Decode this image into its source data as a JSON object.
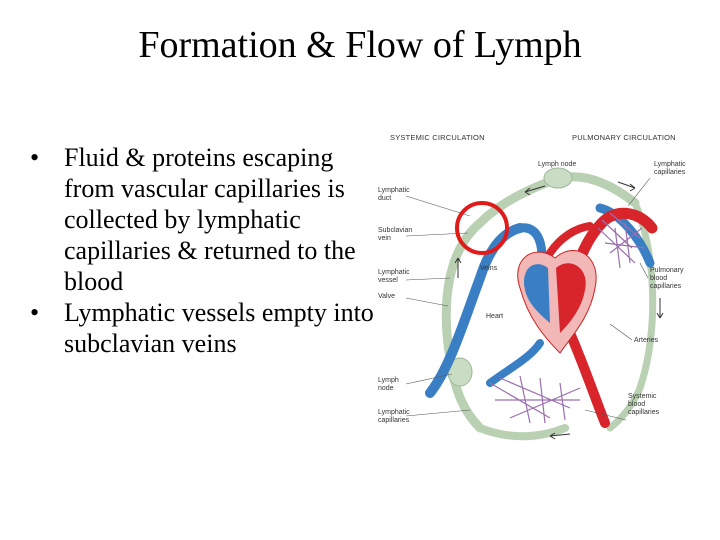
{
  "slide": {
    "title": "Formation & Flow of Lymph",
    "bullets": [
      "Fluid & proteins escaping from vascular capillaries is collected by lymphatic capillaries & returned to the blood",
      "Lymphatic vessels empty into subclavian veins"
    ],
    "bullet_glyph": "•"
  },
  "diagram": {
    "headers": {
      "left": "SYSTEMIC CIRCULATION",
      "right": "PULMONARY CIRCULATION"
    },
    "labels": {
      "lymph_node_top": "Lymph node",
      "lymphatic_capillaries_top_1": "Lymphatic",
      "lymphatic_capillaries_top_2": "capillaries",
      "lymphatic_duct_1": "Lymphatic",
      "lymphatic_duct_2": "duct",
      "subclavian_vein_1": "Subclavian",
      "subclavian_vein_2": "vein",
      "lymphatic_vessel_1": "Lymphatic",
      "lymphatic_vessel_2": "vessel",
      "valve": "Valve",
      "veins": "Veins",
      "heart": "Heart",
      "pulmonary_capillaries_1": "Pulmonary",
      "pulmonary_capillaries_2": "blood",
      "pulmonary_capillaries_3": "capillaries",
      "arteries": "Arteries",
      "lymph_node_bottom_1": "Lymph",
      "lymph_node_bottom_2": "node",
      "lymphatic_capillaries_bottom_1": "Lymphatic",
      "lymphatic_capillaries_bottom_2": "capillaries",
      "systemic_capillaries_1": "Systemic",
      "systemic_capillaries_2": "blood",
      "systemic_capillaries_3": "capillaries"
    },
    "colors": {
      "artery_red": "#d8242b",
      "vein_blue": "#3a7fc4",
      "lymph_green": "#c9dcc4",
      "capillary_purple": "#9a6fae",
      "highlight_circle": "#e01b1b"
    }
  }
}
